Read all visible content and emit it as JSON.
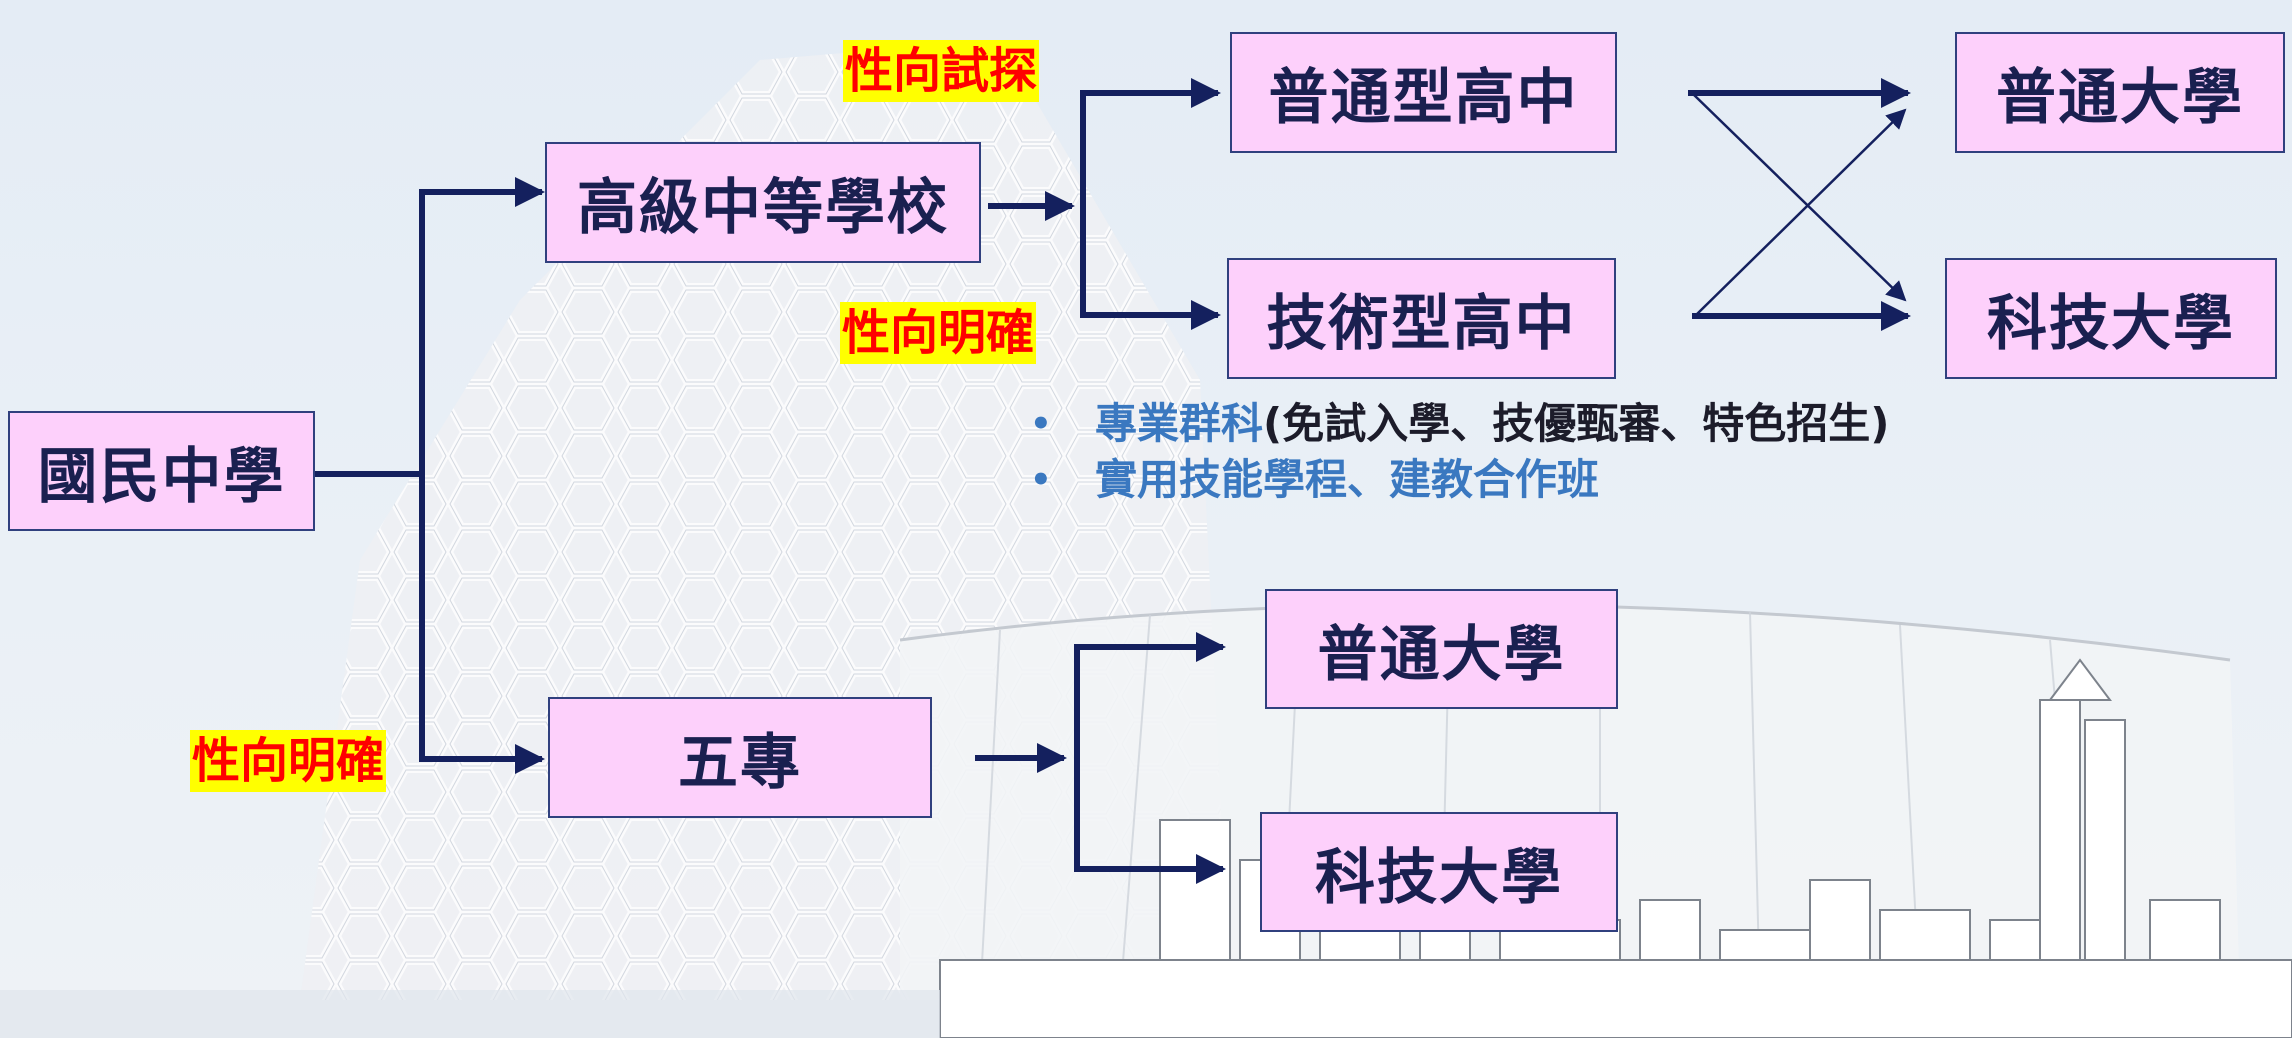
{
  "nodes": {
    "junior_high": "國民中學",
    "senior_secondary": "高級中等學校",
    "general_high": "普通型高中",
    "technical_high": "技術型高中",
    "university_top": "普通大學",
    "tech_university_top": "科技大學",
    "junior_college": "五專",
    "university_bottom": "普通大學",
    "tech_university_bottom": "科技大學"
  },
  "tags": {
    "aptitude_exploration": "性向試探",
    "aptitude_clear_upper": "性向明確",
    "aptitude_clear_lower": "性向明確"
  },
  "notes": {
    "bullet": "•",
    "line1_main": "專業群科",
    "line1_detail": "(免試入學、技優甄審、特色招生)",
    "line2": "實用技能學程、建教合作班"
  },
  "colors": {
    "box_fill": "#fdd0fb",
    "box_border": "#30407e",
    "arrow": "#14205e",
    "tag_bg": "#ffff00",
    "tag_text": "#ff0000",
    "note_blue": "#3a78c0"
  }
}
